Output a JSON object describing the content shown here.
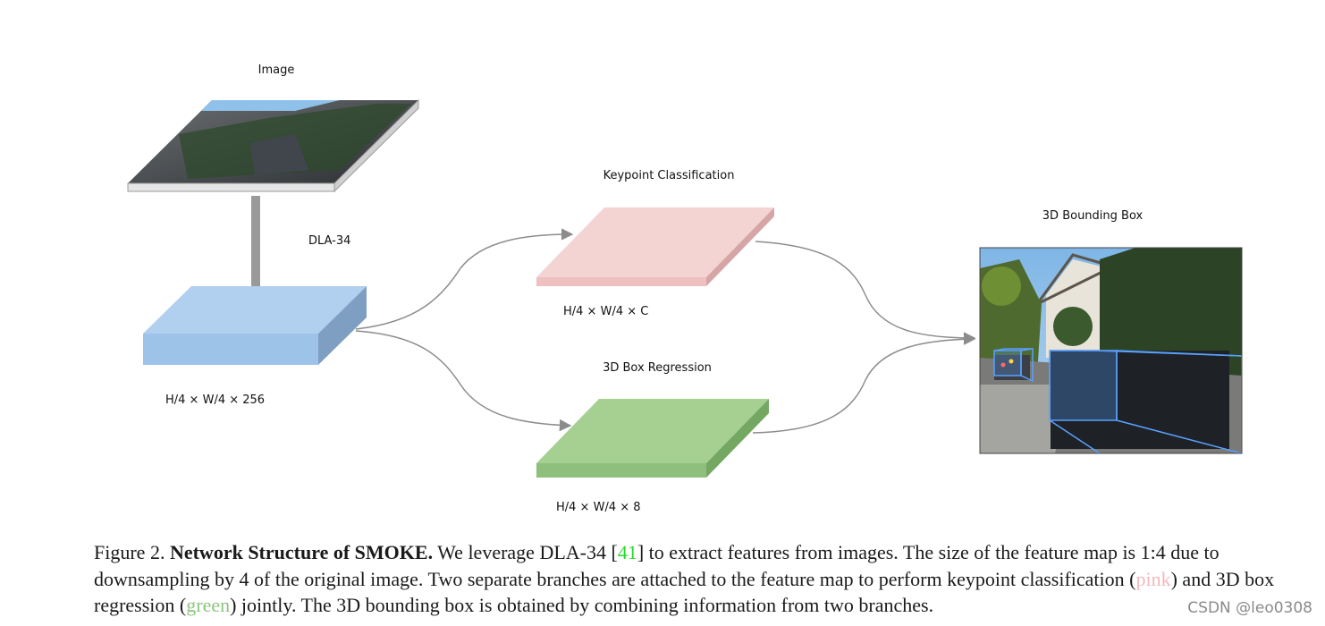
{
  "diagram": {
    "nodes": {
      "image": {
        "label": "Image"
      },
      "backbone": {
        "label": "DLA-34",
        "shape_label": "H/4 × W/4 × 256",
        "color": "#9ec3e8"
      },
      "keypoint": {
        "label": "Keypoint Classification",
        "shape_label": "H/4 × W/4 × C",
        "color": "#f4d3d3"
      },
      "regression": {
        "label": "3D Box Regression",
        "shape_label": "H/4 × W/4 × 8",
        "color": "#a5d092"
      },
      "output": {
        "label": "3D Bounding Box"
      }
    },
    "edges": [
      {
        "from": "image",
        "to": "backbone"
      },
      {
        "from": "backbone",
        "to": "keypoint"
      },
      {
        "from": "backbone",
        "to": "regression"
      },
      {
        "from": "keypoint",
        "to": "output"
      },
      {
        "from": "regression",
        "to": "output"
      }
    ]
  },
  "caption": {
    "prefix": "Figure 2. ",
    "title": "Network Structure of SMOKE.",
    "part1": " We leverage DLA-34 [",
    "ref": "41",
    "part2": "] to extract features from images. The size of the feature map is 1:4 due to downsampling by 4 of the original image. Two separate branches are attached to the feature map to perform keypoint classification (",
    "pink_word": "pink",
    "part3": ") and 3D box regression (",
    "green_word": "green",
    "part4": ") jointly. The 3D bounding box is obtained by combining information from two branches."
  },
  "watermark": "CSDN @leo0308"
}
